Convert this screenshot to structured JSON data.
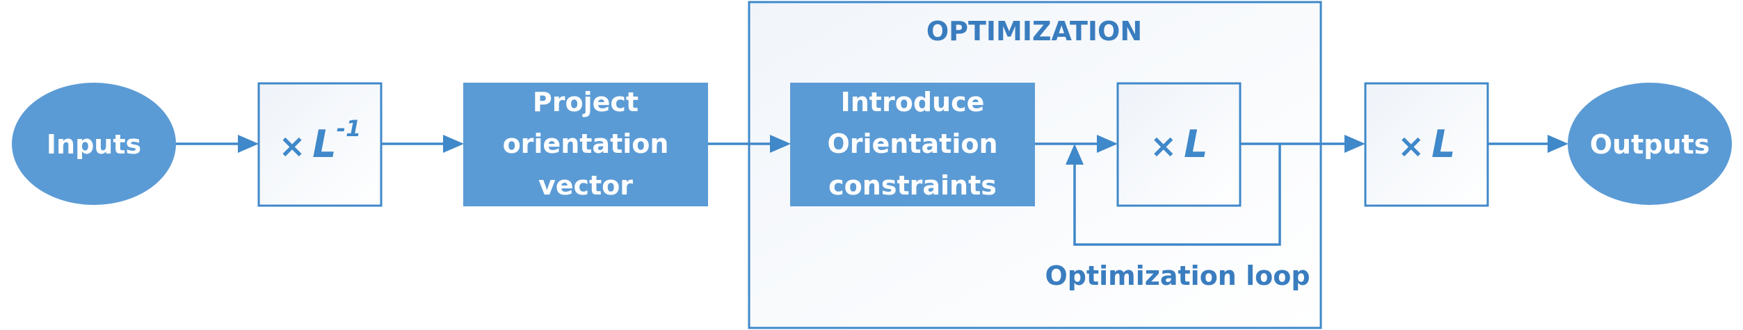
{
  "colors": {
    "accent": "#5B9BD5",
    "border": "#3F88C9",
    "heading": "#3A7DBF",
    "panel_fill": "#F4F7FB",
    "white": "#FFFFFF"
  },
  "nodes": {
    "inputs": {
      "label": "Inputs"
    },
    "inverse_l": {
      "times": "×",
      "symbol": "L",
      "exponent": "-1"
    },
    "project": {
      "lines": [
        "Project",
        "orientation",
        "vector"
      ]
    },
    "optimization": {
      "title": "OPTIMIZATION",
      "introduce": {
        "lines": [
          "Introduce",
          "Orientation",
          "constraints"
        ]
      },
      "times_l": {
        "times": "×",
        "symbol": "L"
      },
      "loop_label": "Optimization loop"
    },
    "final_l": {
      "times": "×",
      "symbol": "L"
    },
    "outputs": {
      "label": "Outputs"
    }
  }
}
